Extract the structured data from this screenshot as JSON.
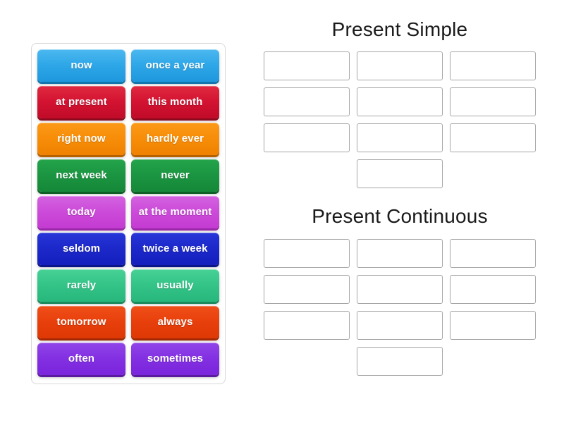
{
  "activity": {
    "type": "word-sort-drag-and-drop",
    "tray": {
      "name": "word-bank",
      "tiles": [
        {
          "label": "now",
          "color_name": "blue",
          "color": "#2ea7e8"
        },
        {
          "label": "once a year",
          "color_name": "blue",
          "color": "#2ea7e8"
        },
        {
          "label": "at present",
          "color_name": "red",
          "color": "#d31331"
        },
        {
          "label": "this month",
          "color_name": "red",
          "color": "#d31331"
        },
        {
          "label": "right now",
          "color_name": "orange",
          "color": "#f78d08"
        },
        {
          "label": "hardly ever",
          "color_name": "orange",
          "color": "#f78d08"
        },
        {
          "label": "next week",
          "color_name": "green",
          "color": "#1b9541"
        },
        {
          "label": "never",
          "color_name": "green",
          "color": "#1b9541"
        },
        {
          "label": "today",
          "color_name": "magenta",
          "color": "#cc4bd9"
        },
        {
          "label": "at the moment",
          "color_name": "magenta",
          "color": "#cc4bd9"
        },
        {
          "label": "seldom",
          "color_name": "navy",
          "color": "#1c28c9"
        },
        {
          "label": "twice a week",
          "color_name": "navy",
          "color": "#1c28c9"
        },
        {
          "label": "rarely",
          "color_name": "emerald",
          "color": "#34c488"
        },
        {
          "label": "usually",
          "color_name": "emerald",
          "color": "#34c488"
        },
        {
          "label": "tomorrow",
          "color_name": "orangered",
          "color": "#e8400c"
        },
        {
          "label": "always",
          "color_name": "orangered",
          "color": "#e8400c"
        },
        {
          "label": "often",
          "color_name": "purple",
          "color": "#8330e2"
        },
        {
          "label": "sometimes",
          "color_name": "purple",
          "color": "#8330e2"
        }
      ]
    },
    "categories": [
      {
        "title": "Present Simple",
        "zones": [
          "",
          "",
          "",
          "",
          "",
          "",
          "",
          "",
          "",
          ""
        ],
        "zone_count": 10
      },
      {
        "title": "Present Continuous",
        "zones": [
          "",
          "",
          "",
          "",
          "",
          "",
          "",
          "",
          "",
          ""
        ],
        "zone_count": 10
      }
    ]
  }
}
